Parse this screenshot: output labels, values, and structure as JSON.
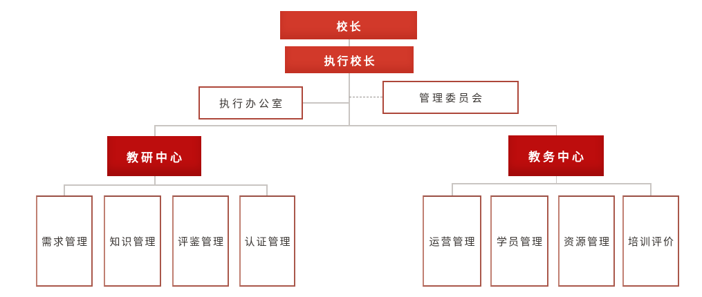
{
  "theme": {
    "top-red": "#d2392a",
    "deep-red": "#bd0d0d",
    "outline-border": "#ad4639",
    "tall-border": "#a9574a",
    "line": "#c9c5c2",
    "dash": "#97928e",
    "text": "#3a3633",
    "bg": "#ffffff"
  },
  "org": {
    "root": {
      "label": "校长"
    },
    "exec": {
      "label": "执行校长"
    },
    "office": {
      "label": "执行办公室"
    },
    "committee": {
      "label": "管理委员会"
    },
    "research_center": {
      "label": "教研中心"
    },
    "academic_center": {
      "label": "教务中心"
    },
    "research_children": [
      {
        "label": "需求管理"
      },
      {
        "label": "知识管理"
      },
      {
        "label": "评鉴管理"
      },
      {
        "label": "认证管理"
      }
    ],
    "academic_children": [
      {
        "label": "运营管理"
      },
      {
        "label": "学员管理"
      },
      {
        "label": "资源管理"
      },
      {
        "label": "培训评价"
      }
    ]
  }
}
